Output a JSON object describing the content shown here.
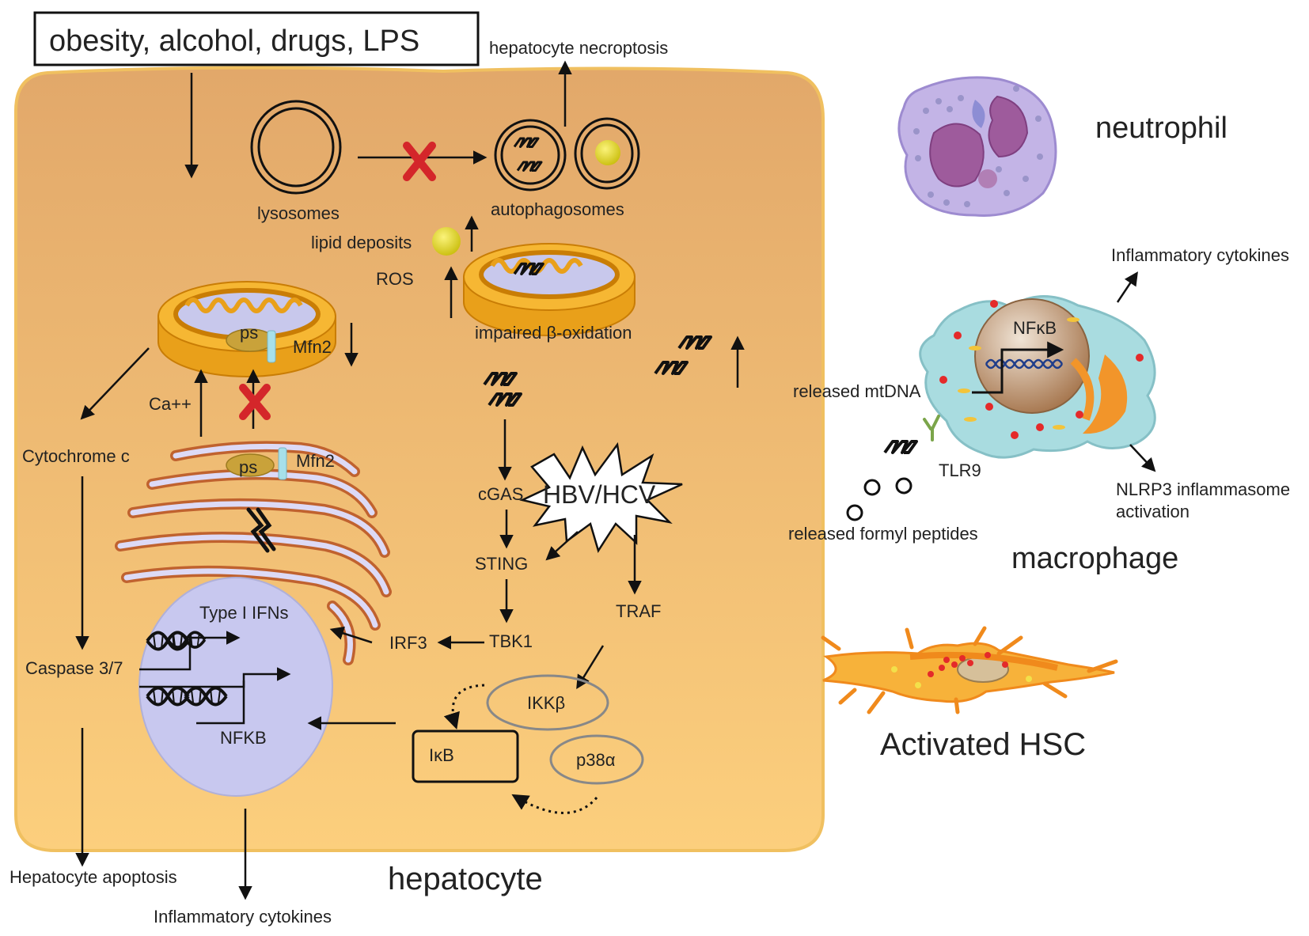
{
  "trigger_box": "obesity, alcohol, drugs, LPS",
  "hepatocyte": {
    "cell_label": "hepatocyte",
    "necroptosis": "hepatocyte necroptosis",
    "lysosomes": "lysosomes",
    "autophagosomes": "autophagosomes",
    "lipid_deposits": "lipid deposits",
    "ros": "ROS",
    "impaired_beta_oxidation": "impaired β-oxidation",
    "ps_top": "ps",
    "mfn2_top": "Mfn2",
    "ca": "Ca++",
    "ps_bottom": "ps",
    "mfn2_bottom": "Mfn2",
    "cytochrome_c": "Cytochrome c",
    "caspase": "Caspase 3/7",
    "apoptosis": "Hepatocyte apoptosis",
    "inflammatory_cytokines": "Inflammatory cytokines",
    "type_i_ifns": "Type I IFNs",
    "nfkb": "NFKB",
    "cgas": "cGAS",
    "hbv_hcv": "HBV/HCV",
    "sting": "STING",
    "traf": "TRAF",
    "tbk1": "TBK1",
    "irf3": "IRF3",
    "ikkb": "IKKβ",
    "ikb": "IκB",
    "p38a": "p38α"
  },
  "neutrophil": {
    "label": "neutrophil"
  },
  "macrophage": {
    "label": "macrophage",
    "inflammatory_cytokines": "Inflammatory cytokines",
    "nfkb": "NFκB",
    "released_mtdna": "released mtDNA",
    "tlr9": "TLR9",
    "nlrp3_line1": "NLRP3 inflammasome",
    "nlrp3_line2": "activation",
    "formyl_peptides": "released formyl peptides"
  },
  "hsc": {
    "label": "Activated HSC"
  },
  "colors": {
    "cell_fill": "#f5c27a",
    "mito_fill": "#f6b733",
    "mito_matrix": "#c8c8ec",
    "er_stroke": "#c0622f",
    "nucleus": "#c8c8ef",
    "cross": "#d4262a",
    "lipid": "#e9e11c",
    "macrophage_fill": "#a9dce0",
    "neutrophil_fill": "#c3b4e6",
    "hsc_orange": "#f08a1c"
  }
}
